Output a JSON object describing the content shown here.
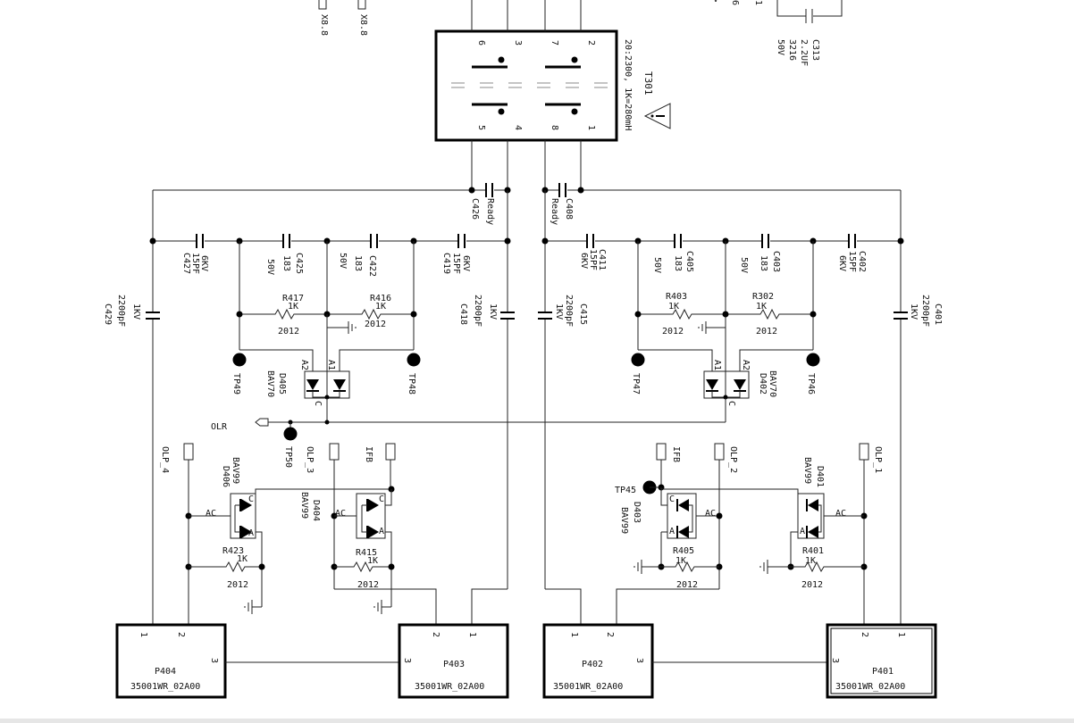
{
  "transformer": {
    "ref": "T301",
    "ratio": "20:2300, 1K=280mH",
    "pins_top": [
      "6",
      "3",
      "7",
      "2"
    ],
    "pins_bottom": [
      "5",
      "4",
      "8",
      "1"
    ]
  },
  "c313": {
    "ref": "C313",
    "value": "2.2UF",
    "package": "3216",
    "voltage": "50V"
  },
  "top_left_labels": [
    "X8.8",
    "X8.8"
  ],
  "capacitors": [
    {
      "ref": "C426",
      "value": "Ready"
    },
    {
      "ref": "C408",
      "value": "Ready"
    },
    {
      "ref": "C427",
      "value": "15PF",
      "voltage": "6KV"
    },
    {
      "ref": "C425",
      "value": "183",
      "voltage": "50V"
    },
    {
      "ref": "C422",
      "value": "183",
      "voltage": "50V"
    },
    {
      "ref": "C419",
      "value": "15PF",
      "voltage": "6KV"
    },
    {
      "ref": "C411",
      "value": "15PF",
      "voltage": "6KV"
    },
    {
      "ref": "C405",
      "value": "183",
      "voltage": "50V"
    },
    {
      "ref": "C403",
      "value": "183",
      "voltage": "50V"
    },
    {
      "ref": "C402",
      "value": "15PF",
      "voltage": "6KV"
    },
    {
      "ref": "C429",
      "value": "2200pF",
      "voltage": "1KV"
    },
    {
      "ref": "C418",
      "value": "2200pF",
      "voltage": "1KV"
    },
    {
      "ref": "C415",
      "value": "2200pF",
      "voltage": "1KV"
    },
    {
      "ref": "C401",
      "value": "2200pF",
      "voltage": "1KV"
    }
  ],
  "resistors": [
    {
      "ref": "R417",
      "value": "1K",
      "package": "2012"
    },
    {
      "ref": "R416",
      "value": "1K",
      "package": "2012"
    },
    {
      "ref": "R403",
      "value": "1K",
      "package": "2012"
    },
    {
      "ref": "R302",
      "value": "1K",
      "package": "2012"
    },
    {
      "ref": "R423",
      "value": "1K",
      "package": "2012"
    },
    {
      "ref": "R415",
      "value": "1K",
      "package": "2012"
    },
    {
      "ref": "R405",
      "value": "1K",
      "package": "2012"
    },
    {
      "ref": "R401",
      "value": "1K",
      "package": "2012"
    }
  ],
  "diodes": [
    {
      "ref": "D405",
      "part": "BAV70"
    },
    {
      "ref": "D402",
      "part": "BAV70"
    },
    {
      "ref": "D406",
      "part": "BAV99"
    },
    {
      "ref": "D404",
      "part": "BAV99"
    },
    {
      "ref": "D403",
      "part": "BAV99"
    },
    {
      "ref": "D401",
      "part": "BAV99"
    }
  ],
  "diode_pins": {
    "a1": "A1",
    "a2": "A2",
    "c": "C",
    "ac": "AC",
    "a": "A"
  },
  "test_points": [
    "TP49",
    "TP48",
    "TP47",
    "TP46",
    "TP50",
    "TP45"
  ],
  "nets": {
    "olr": "OLR",
    "olp4": "OLP_4",
    "olp3": "OLP_3",
    "ifb": "IFB",
    "olp2": "OLP_2",
    "olp1": "OLP_1"
  },
  "connectors": [
    {
      "ref": "P404",
      "part": "35001WR_02A00",
      "pins": [
        "1",
        "2",
        "3"
      ]
    },
    {
      "ref": "P403",
      "part": "35001WR_02A00",
      "pins": [
        "2",
        "1",
        "3"
      ]
    },
    {
      "ref": "P402",
      "part": "35001WR_02A00",
      "pins": [
        "1",
        "2",
        "3"
      ]
    },
    {
      "ref": "P401",
      "part": "35001WR_02A00",
      "pins": [
        "2",
        "1",
        "3"
      ]
    }
  ]
}
